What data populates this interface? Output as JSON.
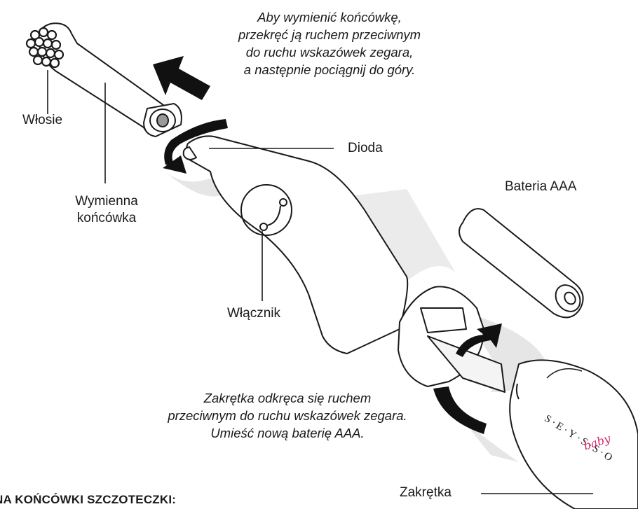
{
  "labels": {
    "bristles": "Włosie",
    "head": [
      "Wymienna",
      "końcówka"
    ],
    "diode": "Dioda",
    "battery": "Bateria AAA",
    "switch": "Włącznik",
    "cap": "Zakrętka"
  },
  "notes": {
    "replace_head": [
      "Aby wymienić końcówkę,",
      "przekręć ją ruchem przeciwnym",
      "do ruchu wskazówek zegara,",
      "a następnie pociągnij do góry."
    ],
    "open_cap": [
      "Zakrętka odkręca się ruchem",
      "przeciwnym do ruchu wskazówek zegara.",
      "Umieść nową baterię AAA."
    ]
  },
  "brand": {
    "name": "S·E·Y·S·S·O",
    "sub": "baby",
    "sub_color": "#d6246e"
  },
  "section_title": "NA KOŃCÓWKI SZCZOTECZKI:",
  "colors": {
    "stroke": "#1a1a1a",
    "shadow": "#e6e6e6",
    "arrow": "#111111"
  },
  "icons": [
    "rotate-arrow-icon",
    "pull-up-arrow-icon"
  ]
}
